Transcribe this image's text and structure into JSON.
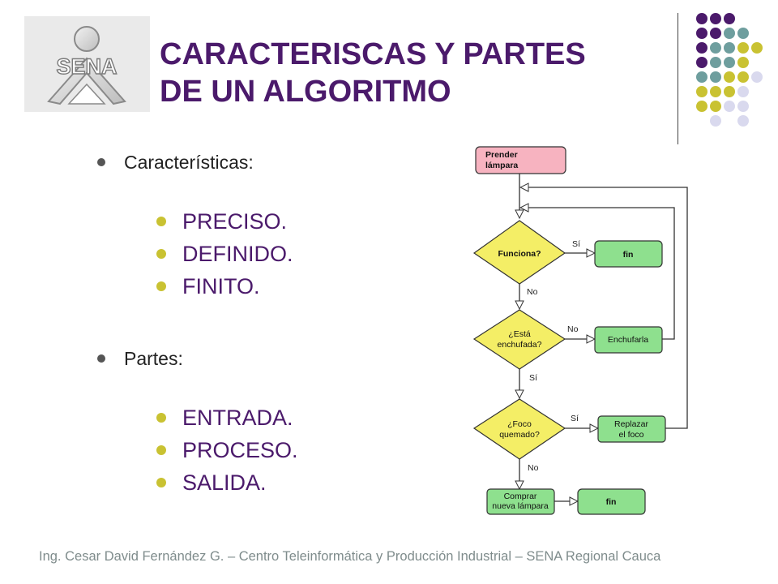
{
  "slide": {
    "title_line1": "CARACTERISCAS Y PARTES",
    "title_line2": "DE UN ALGORITMO",
    "logo_text": "SENA",
    "footer": "Ing. Cesar David Fernández G. – Centro Teleinformática y Producción Industrial – SENA Regional Cauca"
  },
  "content": {
    "caracteristicas_label": "Características:",
    "caracteristicas": [
      "PRECISO.",
      "DEFINIDO.",
      "FINITO."
    ],
    "partes_label": "Partes:",
    "partes": [
      "ENTRADA.",
      "PROCESO.",
      "SALIDA."
    ]
  },
  "flowchart": {
    "start_line1": "Prender",
    "start_line2": "lámpara",
    "q1": "Funciona?",
    "q2_line1": "¿Está",
    "q2_line2": "enchufada?",
    "q3_line1": "¿Foco",
    "q3_line2": "quemado?",
    "fin1": "fin",
    "enchufarla": "Enchufarla",
    "replazar_line1": "Replazar",
    "replazar_line2": "el foco",
    "comprar_line1": "Comprar",
    "comprar_line2": "nueva lámpara",
    "fin2": "fin",
    "si": "Sí",
    "no": "No"
  },
  "colors": {
    "title": "#4b1a6b",
    "bullet_accent": "#c9c232",
    "decision_fill": "#f4ee66",
    "process_fill": "#8ee08e",
    "start_fill": "#f7b3c0",
    "footer": "#7f8c8c",
    "dot_purple": "#4b1a6b",
    "dot_teal": "#6e9e9e",
    "dot_olive": "#c9c232",
    "dot_lavender": "#d9d9ee"
  }
}
